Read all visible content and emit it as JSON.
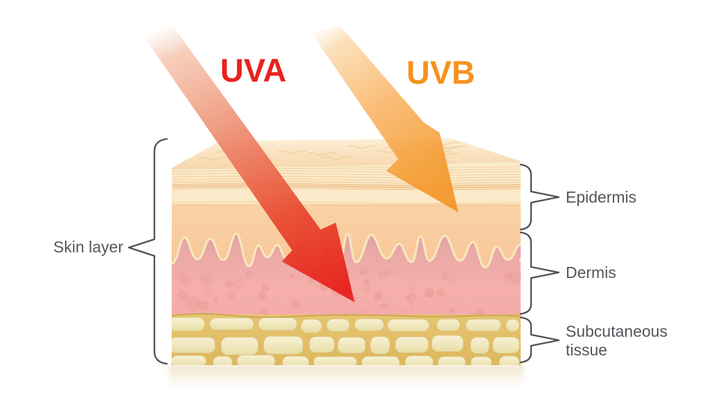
{
  "diagram": {
    "type": "skin-uv-penetration",
    "rays": [
      {
        "label": "UVA",
        "color": "#e8221f",
        "penetration": "dermis"
      },
      {
        "label": "UVB",
        "color": "#f6921e",
        "penetration": "epidermis"
      }
    ],
    "skin_group_label": "Skin layer",
    "layers": [
      {
        "label": "Epidermis",
        "color": "#f8cda0"
      },
      {
        "label": "Dermis",
        "color": "#f4aca8"
      },
      {
        "label": "Subcutaneous tissue",
        "color": "#e4c169"
      }
    ],
    "label_color": "#55565b",
    "background": "#ffffff"
  }
}
